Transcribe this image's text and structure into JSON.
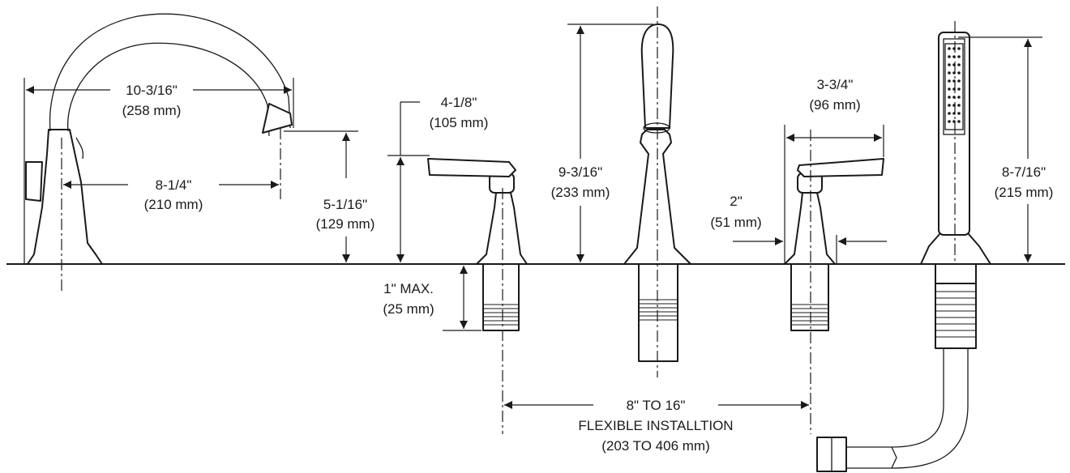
{
  "dimensions": {
    "spout_reach": {
      "imperial": "10-3/16\"",
      "metric": "(258 mm)"
    },
    "spout_center_to_outlet": {
      "imperial": "8-1/4\"",
      "metric": "(210 mm)"
    },
    "spout_outlet_height": {
      "imperial": "5-1/16\"",
      "metric": "(129 mm)"
    },
    "handle_height": {
      "imperial": "4-1/8\"",
      "metric": "(105 mm)"
    },
    "max_deck_thickness": {
      "imperial": "1\" MAX.",
      "metric": "(25 mm)"
    },
    "handshower_holder_height": {
      "imperial": "9-3/16\"",
      "metric": "(233 mm)"
    },
    "handle_lever_length": {
      "imperial": "3-3/4\"",
      "metric": "(96 mm)"
    },
    "handle_base_diameter": {
      "imperial": "2\"",
      "metric": "(51 mm)"
    },
    "handshower_height": {
      "imperial": "8-7/16\"",
      "metric": "(215 mm)"
    },
    "valve_spread": {
      "imperial": "8\" TO 16\"",
      "note": "FLEXIBLE INSTALLTION",
      "metric": "(203 TO 406 mm)"
    }
  }
}
